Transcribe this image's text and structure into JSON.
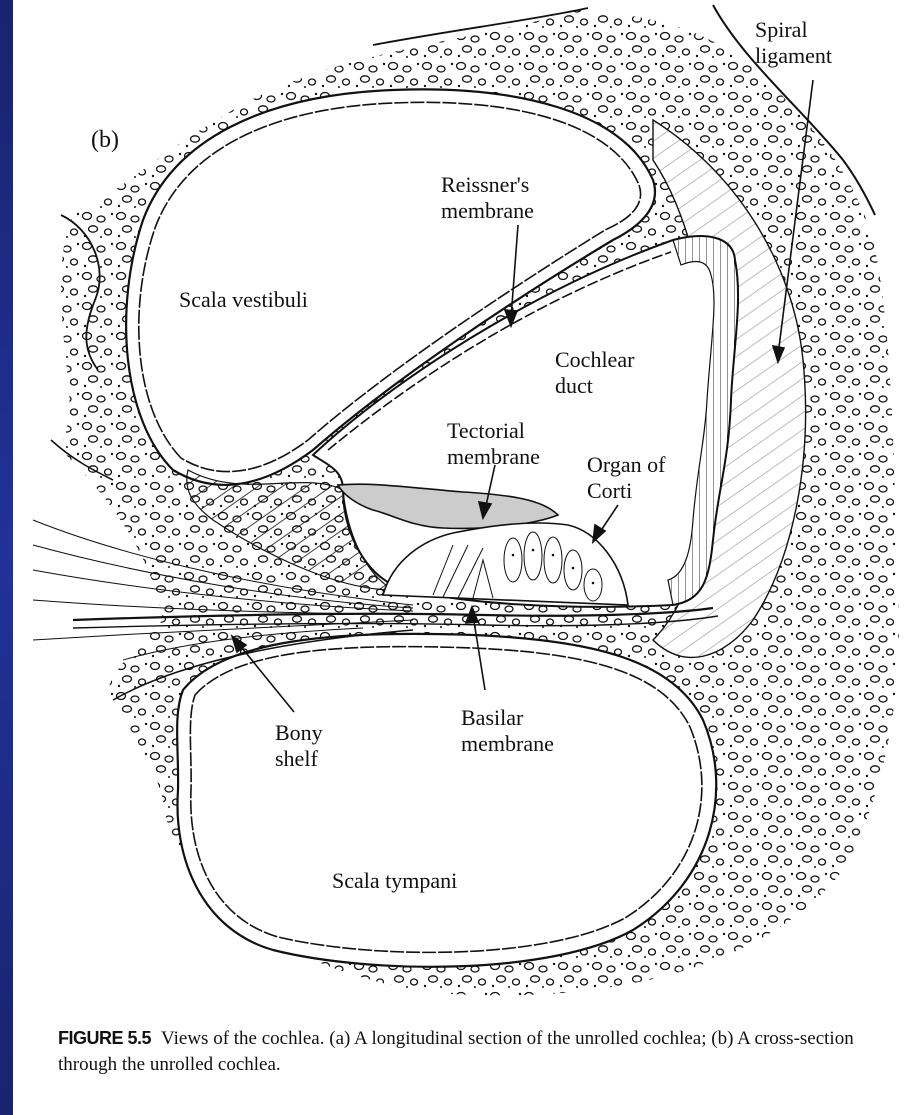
{
  "figure": {
    "panel_label": "(b)",
    "labels": {
      "spiral_ligament": "Spiral\nligament",
      "reissners_membrane": "Reissner's\nmembrane",
      "scala_vestibuli": "Scala vestibuli",
      "cochlear_duct": "Cochlear\nduct",
      "tectorial_membrane": "Tectorial\nmembrane",
      "organ_of_corti": "Organ of\nCorti",
      "bony_shelf": "Bony\nshelf",
      "basilar_membrane": "Basilar\nmembrane",
      "scala_tympani": "Scala tympani"
    }
  },
  "caption": {
    "figure_number": "FIGURE 5.5",
    "text": "Views of the cochlea. (a) A longitudinal section of the unrolled cochlea; (b) A cross-section through the unrolled cochlea."
  },
  "colors": {
    "frame": "#1c2a7c",
    "page": "#ffffff",
    "ink": "#111111",
    "tectorial_fill": "#cccccc"
  }
}
